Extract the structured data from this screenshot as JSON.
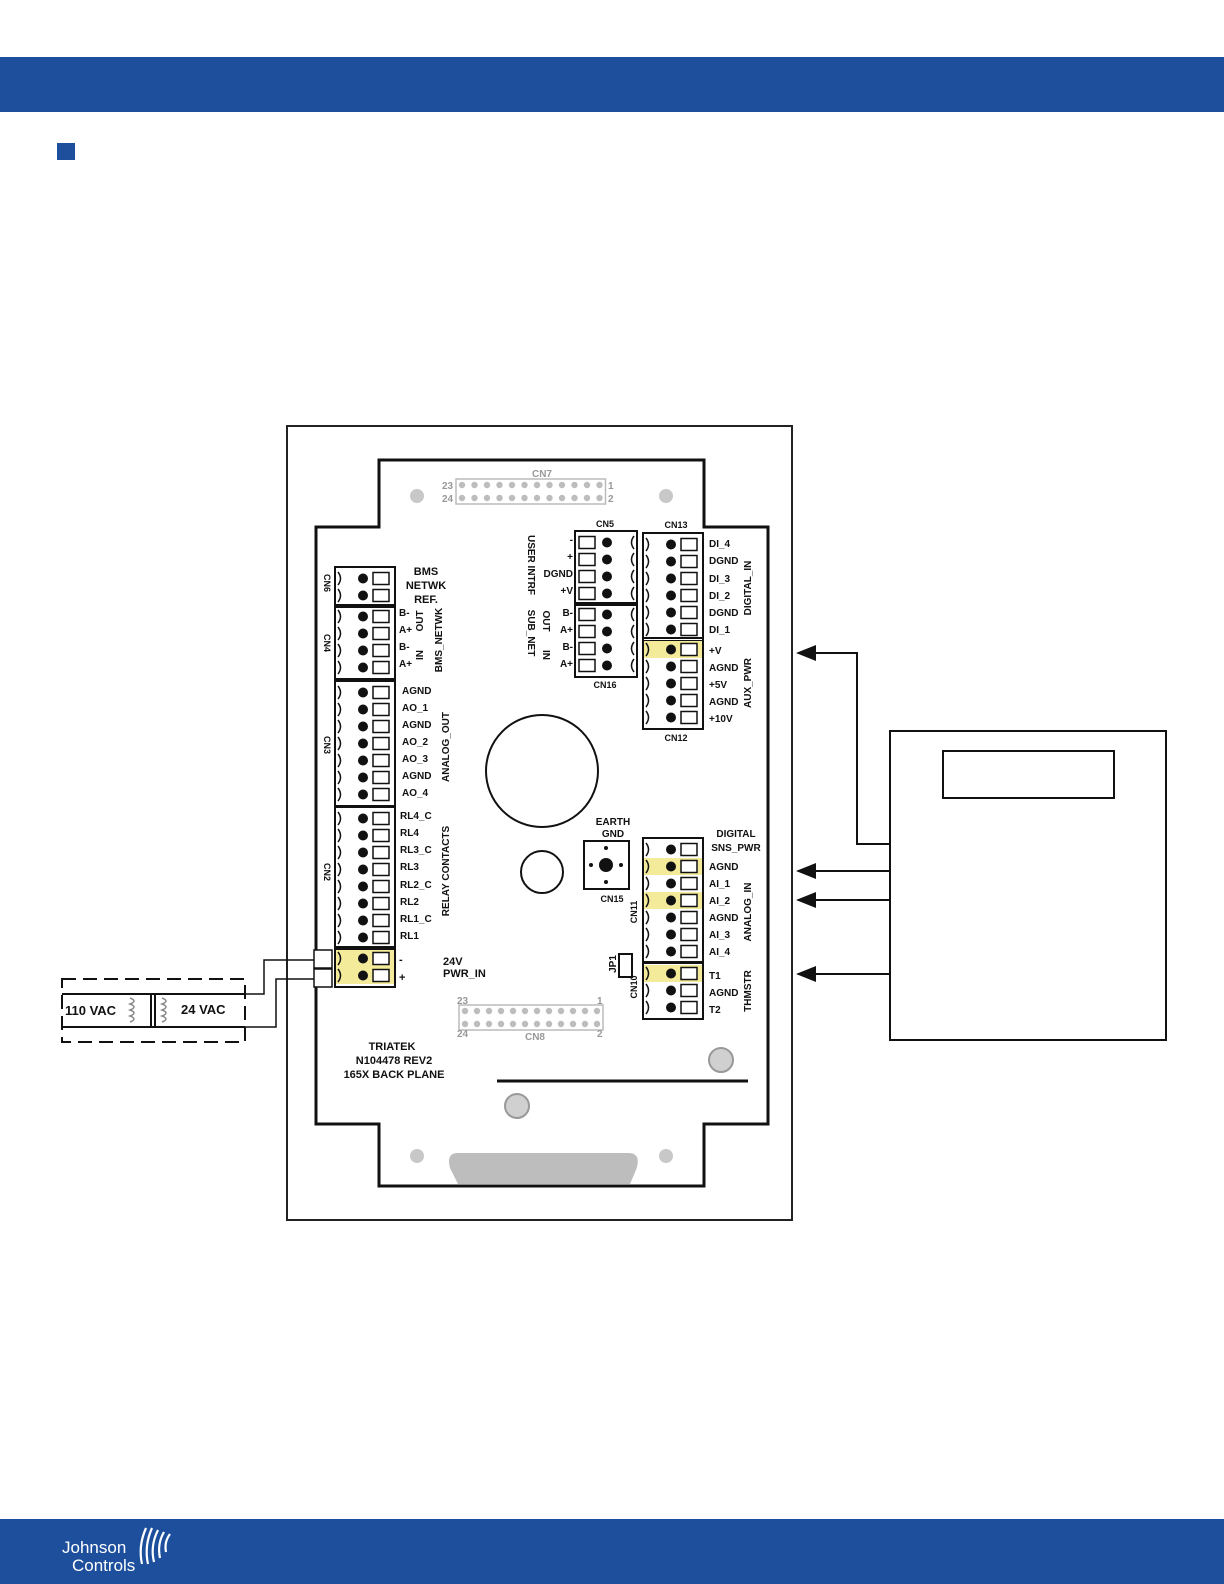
{
  "board": {
    "maker": "TRIATEK",
    "part_number": "N104478 REV2",
    "model": "165X BACK PLANE",
    "earth_gnd": [
      "EARTH",
      "GND"
    ],
    "jumper": "JP1",
    "header_cn7": {
      "name": "CN7",
      "pin_tl": "23",
      "pin_bl": "24",
      "pin_tr": "1",
      "pin_br": "2"
    },
    "header_cn8": {
      "name": "CN8",
      "pin_tl": "23",
      "pin_bl": "24",
      "pin_tr": "1",
      "pin_br": "2"
    }
  },
  "left_connectors": {
    "cn6": {
      "name": "CN6",
      "group": [
        "BMS",
        "NETWK",
        "REF."
      ]
    },
    "cn4": {
      "name": "CN4",
      "pins": [
        "B-",
        "A+",
        "B-",
        "A+"
      ],
      "sub_out": "OUT",
      "sub_in": "IN",
      "group": "BMS_NETWK"
    },
    "cn3": {
      "name": "CN3",
      "pins": [
        "AGND",
        "AO_1",
        "AGND",
        "AO_2",
        "AO_3",
        "AGND",
        "AO_4"
      ],
      "group": "ANALOG_OUT"
    },
    "cn2": {
      "name": "CN2",
      "pins": [
        "RL4_C",
        "RL4",
        "RL3_C",
        "RL3",
        "RL2_C",
        "RL2",
        "RL1_C",
        "RL1"
      ],
      "group": "RELAY CONTACTS"
    },
    "power": {
      "pins": [
        "-",
        "+"
      ],
      "label": [
        "24V",
        "PWR_IN"
      ]
    }
  },
  "middle_connectors": {
    "cn5": {
      "name": "CN5",
      "pins": [
        "-",
        "+",
        "DGND",
        "+V"
      ],
      "group": "USER INTRF"
    },
    "cn16": {
      "name": "CN16",
      "pins": [
        "B-",
        "A+",
        "B-",
        "A+"
      ],
      "sub_out": "OUT",
      "sub_in": "IN",
      "group": "SUB_NET"
    },
    "cn15": {
      "name": "CN15"
    }
  },
  "right_connectors": {
    "cn13": {
      "name": "CN13",
      "pins": [
        "DI_4",
        "DGND",
        "DI_3",
        "DI_2",
        "DGND",
        "DI_1"
      ],
      "group": "DIGITAL_IN"
    },
    "cn12": {
      "name": "CN12",
      "pins": [
        "+V",
        "AGND",
        "+5V",
        "AGND",
        "+10V"
      ],
      "group": "AUX_PWR"
    },
    "cn11": {
      "name": "CN11",
      "top_label": [
        "DIGITAL",
        "SNS_PWR"
      ],
      "pins": [
        "AGND",
        "AI_1",
        "AI_2",
        "AGND",
        "AI_3",
        "AI_4"
      ],
      "group": "ANALOG_IN"
    },
    "cn10": {
      "name": "CN10",
      "pins": [
        "T1",
        "AGND",
        "T2"
      ],
      "group": "THMSTR"
    }
  },
  "transformer": {
    "primary": "110 VAC",
    "secondary": "24 VAC"
  },
  "footer": {
    "logo_line1": "Johnson",
    "logo_line2": "Controls"
  },
  "colors": {
    "brand_blue": "#1d4f9c",
    "highlight": "#f3ea9a",
    "board_line": "#111111"
  }
}
